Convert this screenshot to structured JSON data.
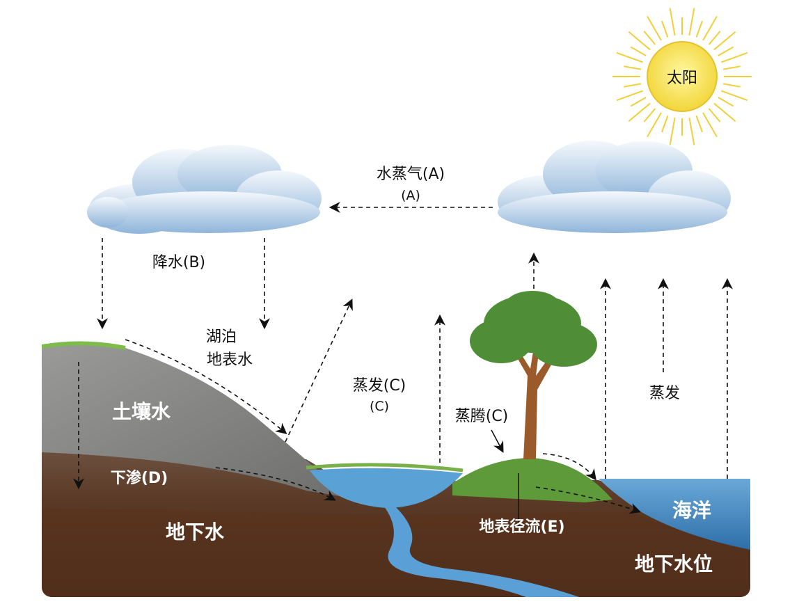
{
  "diagram": {
    "sun": "太阳",
    "vapor": "水蒸气(A)",
    "vapor_sub": "(A)",
    "precipitation": "降水(B)",
    "lake_line1": "湖泊",
    "lake_line2": "地表水",
    "evaporation": "蒸发(C)",
    "evaporation_sub": "(C)",
    "transpiration": "蒸腾(C)",
    "ocean_evaporation": "蒸发",
    "soil_water": "土壤水",
    "infiltration": "下渗(D)",
    "groundwater": "地下水",
    "runoff": "地表径流(E)",
    "ocean": "海洋",
    "water_table": "地下水位"
  },
  "colors": {
    "sun": "#f7e34a",
    "sky_cloud": "#b9d4ec",
    "rock": "#8c8c8a",
    "soil": "#6b4a33",
    "water": "#4f93c9",
    "grass": "#5f9a3a"
  }
}
